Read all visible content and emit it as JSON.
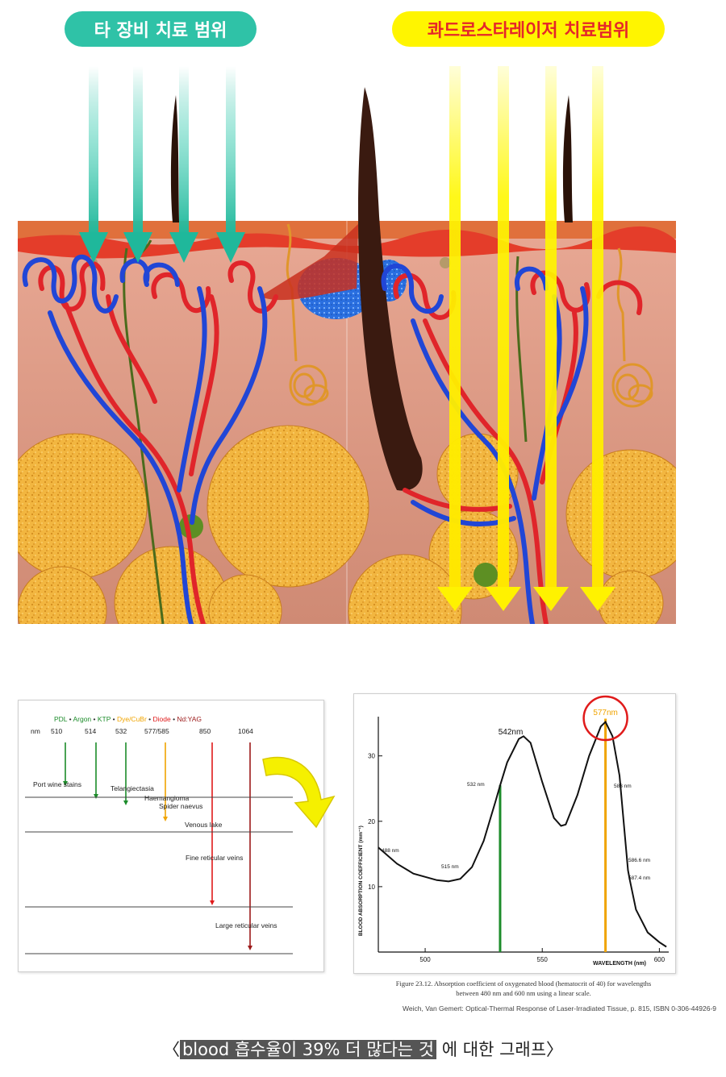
{
  "header": {
    "left_label": "타 장비 치료 범위",
    "right_label": "콰드로스타레이저 치료범위"
  },
  "colors": {
    "teal": "#2fc2a7",
    "yellow": "#fff500",
    "red_text": "#e5262a",
    "skin": "#d9917e",
    "fat": "#f2b640",
    "artery": "#e0252a",
    "vein": "#2146d6"
  },
  "left_chart": {
    "lasers": [
      {
        "name": "PDL",
        "color": "#1c8c2a",
        "nm": "510"
      },
      {
        "name": "Argon",
        "color": "#1c8c2a",
        "nm": "514"
      },
      {
        "name": "KTP",
        "color": "#1c8c2a",
        "nm": "532"
      },
      {
        "name": "Dye/CuBr",
        "color": "#f0a400",
        "nm": "577/585"
      },
      {
        "name": "Diode",
        "color": "#e01b1b",
        "nm": "850"
      },
      {
        "name": "Nd:YAG",
        "color": "#9c1a1a",
        "nm": "1064"
      }
    ],
    "separator": "•",
    "nm_label": "nm",
    "vessel_labels": [
      "Port wine stains",
      "Telangiectasia",
      "Haemangioma",
      "Spider naevus",
      "Venous lake",
      "Fine reticular veins",
      "Large reticular veins"
    ]
  },
  "right_chart": {
    "peak_labels": [
      "542nm",
      "577nm"
    ],
    "point_labels": [
      "488 nm",
      "515 nm",
      "532 nm",
      "583 nm",
      "586.6 nm",
      "587.4 nm"
    ],
    "xlabel": "WAVELENGTH (nm)",
    "ylabel": "BLOOD ABSORPTION COEFFICIENT  (mm⁻¹)",
    "x_ticks": [
      "500",
      "550",
      "600"
    ],
    "y_ticks": [
      "10",
      "20",
      "30"
    ],
    "highlight_577": "#f0a400",
    "highlight_532": "#1c8c2a",
    "circle_color": "#e01b1b",
    "caption_line1": "Figure 23.12.  Absorption coefficient of oxygenated blood (hematocrit of 40) for wavelengths",
    "caption_line2": "between 480 nm and 600 nm using a linear scale.",
    "reference": "Weich, Van Gemert: Optical-Thermal Response of Laser-Irradiated Tissue, p. 815, ISBN 0-306-44926-9"
  },
  "chart_data": {
    "type": "line",
    "title": "",
    "xlabel": "WAVELENGTH (nm)",
    "ylabel": "BLOOD ABSORPTION COEFFICIENT (mm⁻¹)",
    "xlim": [
      480,
      604
    ],
    "ylim": [
      0,
      36
    ],
    "x": [
      480,
      488,
      495,
      505,
      510,
      515,
      520,
      525,
      530,
      532,
      535,
      540,
      542,
      545,
      550,
      555,
      558,
      560,
      565,
      570,
      575,
      577,
      580,
      583,
      586.6,
      587.4,
      590,
      595,
      600,
      603
    ],
    "series": [
      {
        "values": [
          16,
          13.5,
          12,
          11,
          10.8,
          11.2,
          13,
          17,
          23,
          25.5,
          29,
          32.6,
          33,
          32,
          26,
          20.5,
          19.3,
          19.5,
          24,
          30,
          34.5,
          35.2,
          33,
          27,
          12.5,
          11,
          6.5,
          3,
          1.5,
          0.8
        ]
      }
    ],
    "highlight_lines": [
      532,
      577
    ],
    "grid": false
  },
  "bottom_caption": {
    "open": "〈",
    "highlight": "blood 흡수율이 39% 더 많다는 것",
    "rest": " 에 대한 그래프",
    "close": "〉"
  }
}
